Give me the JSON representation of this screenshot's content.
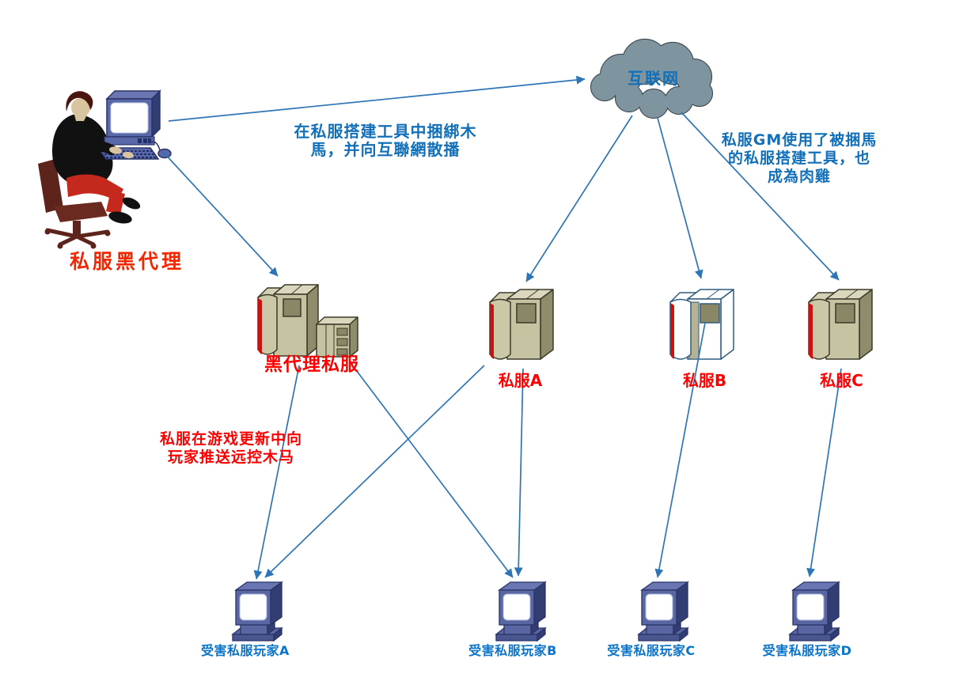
{
  "nodes": {
    "hacker": {
      "label": "私服黑代理"
    },
    "internet": {
      "label": "互联网"
    },
    "proxy_server": {
      "label": "黑代理私服"
    },
    "server_a": {
      "label": "私服A"
    },
    "server_b": {
      "label": "私服B"
    },
    "server_c": {
      "label": "私服C"
    },
    "victim_a": {
      "label": "受害私服玩家A"
    },
    "victim_b": {
      "label": "受害私服玩家B"
    },
    "victim_c": {
      "label": "受害私服玩家C"
    },
    "victim_d": {
      "label": "受害私服玩家D"
    }
  },
  "annotations": {
    "bundle_trojan": {
      "text": "在私服搭建工具中捆綁木\n馬，并向互聯網散播"
    },
    "gm_zombie": {
      "text": "私服GM使用了被捆馬\n的私服搭建工具，也\n成為肉雞"
    },
    "push_trojan": {
      "text": "私服在游戏更新中向\n玩家推送远控木马"
    }
  },
  "colors": {
    "connector_blue": "#2E75B6",
    "annotation_blue": "#1170B9",
    "victim_label_blue": "#0974C9",
    "label_red": "#FF0000",
    "cloud_fill": "#7E95A0",
    "server_body": "#C6C3A2",
    "server_stripe_red": "#CC1111",
    "computer_body": "#5A66A2"
  }
}
